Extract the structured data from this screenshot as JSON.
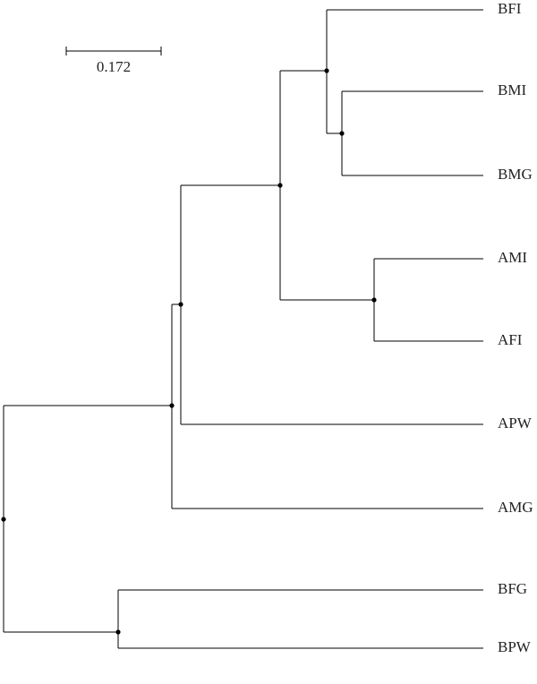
{
  "scale_bar": {
    "label": "0.172"
  },
  "tree": {
    "leaves": [
      {
        "id": "BFI",
        "label": "BFI"
      },
      {
        "id": "BMI",
        "label": "BMI"
      },
      {
        "id": "BMG",
        "label": "BMG"
      },
      {
        "id": "AMI",
        "label": "AMI"
      },
      {
        "id": "AFI",
        "label": "AFI"
      },
      {
        "id": "APW",
        "label": "APW"
      },
      {
        "id": "AMG",
        "label": "AMG"
      },
      {
        "id": "BFG",
        "label": "BFG"
      },
      {
        "id": "BPW",
        "label": "BPW"
      }
    ],
    "topology": [
      [
        [
          [
            [
              "BFI",
              [
                "BMI",
                "BMG"
              ]
            ],
            [
              "AMI",
              "AFI"
            ]
          ],
          "APW"
        ],
        "AMG"
      ],
      [
        "BFG",
        "BPW"
      ]
    ]
  }
}
